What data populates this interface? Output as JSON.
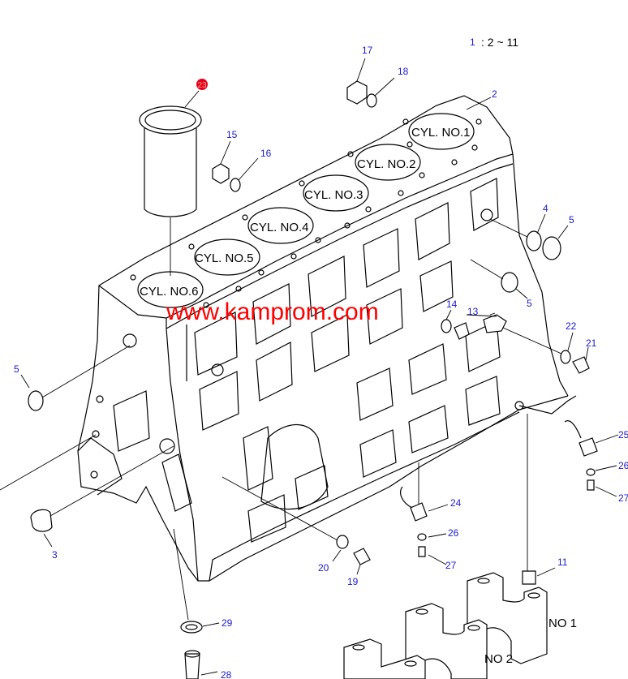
{
  "header": {
    "ref_num": "1",
    "ref_range": ": 2 ~ 11"
  },
  "watermark": "www.kamprom.com",
  "highlight_color": "#e8001a",
  "label_color": "#1a1ad0",
  "cylinders": [
    "CYL. NO.1",
    "CYL. NO.2",
    "CYL. NO.3",
    "CYL. NO.4",
    "CYL. NO.5",
    "CYL. NO.6"
  ],
  "bearing_caps": [
    "NO 1",
    "NO 2"
  ],
  "callouts": {
    "c23": "23",
    "c17": "17",
    "c18": "18",
    "c2": "2",
    "c15": "15",
    "c16": "16",
    "c4": "4",
    "c5a": "5",
    "c5b": "5",
    "c5c": "5",
    "c14": "14",
    "c13": "13",
    "c22": "22",
    "c21": "21",
    "c3": "3",
    "c25": "25",
    "c26a": "26",
    "c27a": "27",
    "c24": "24",
    "c26b": "26",
    "c27b": "27",
    "c20": "20",
    "c19": "19",
    "c11": "11",
    "c29": "29",
    "c28": "28"
  }
}
